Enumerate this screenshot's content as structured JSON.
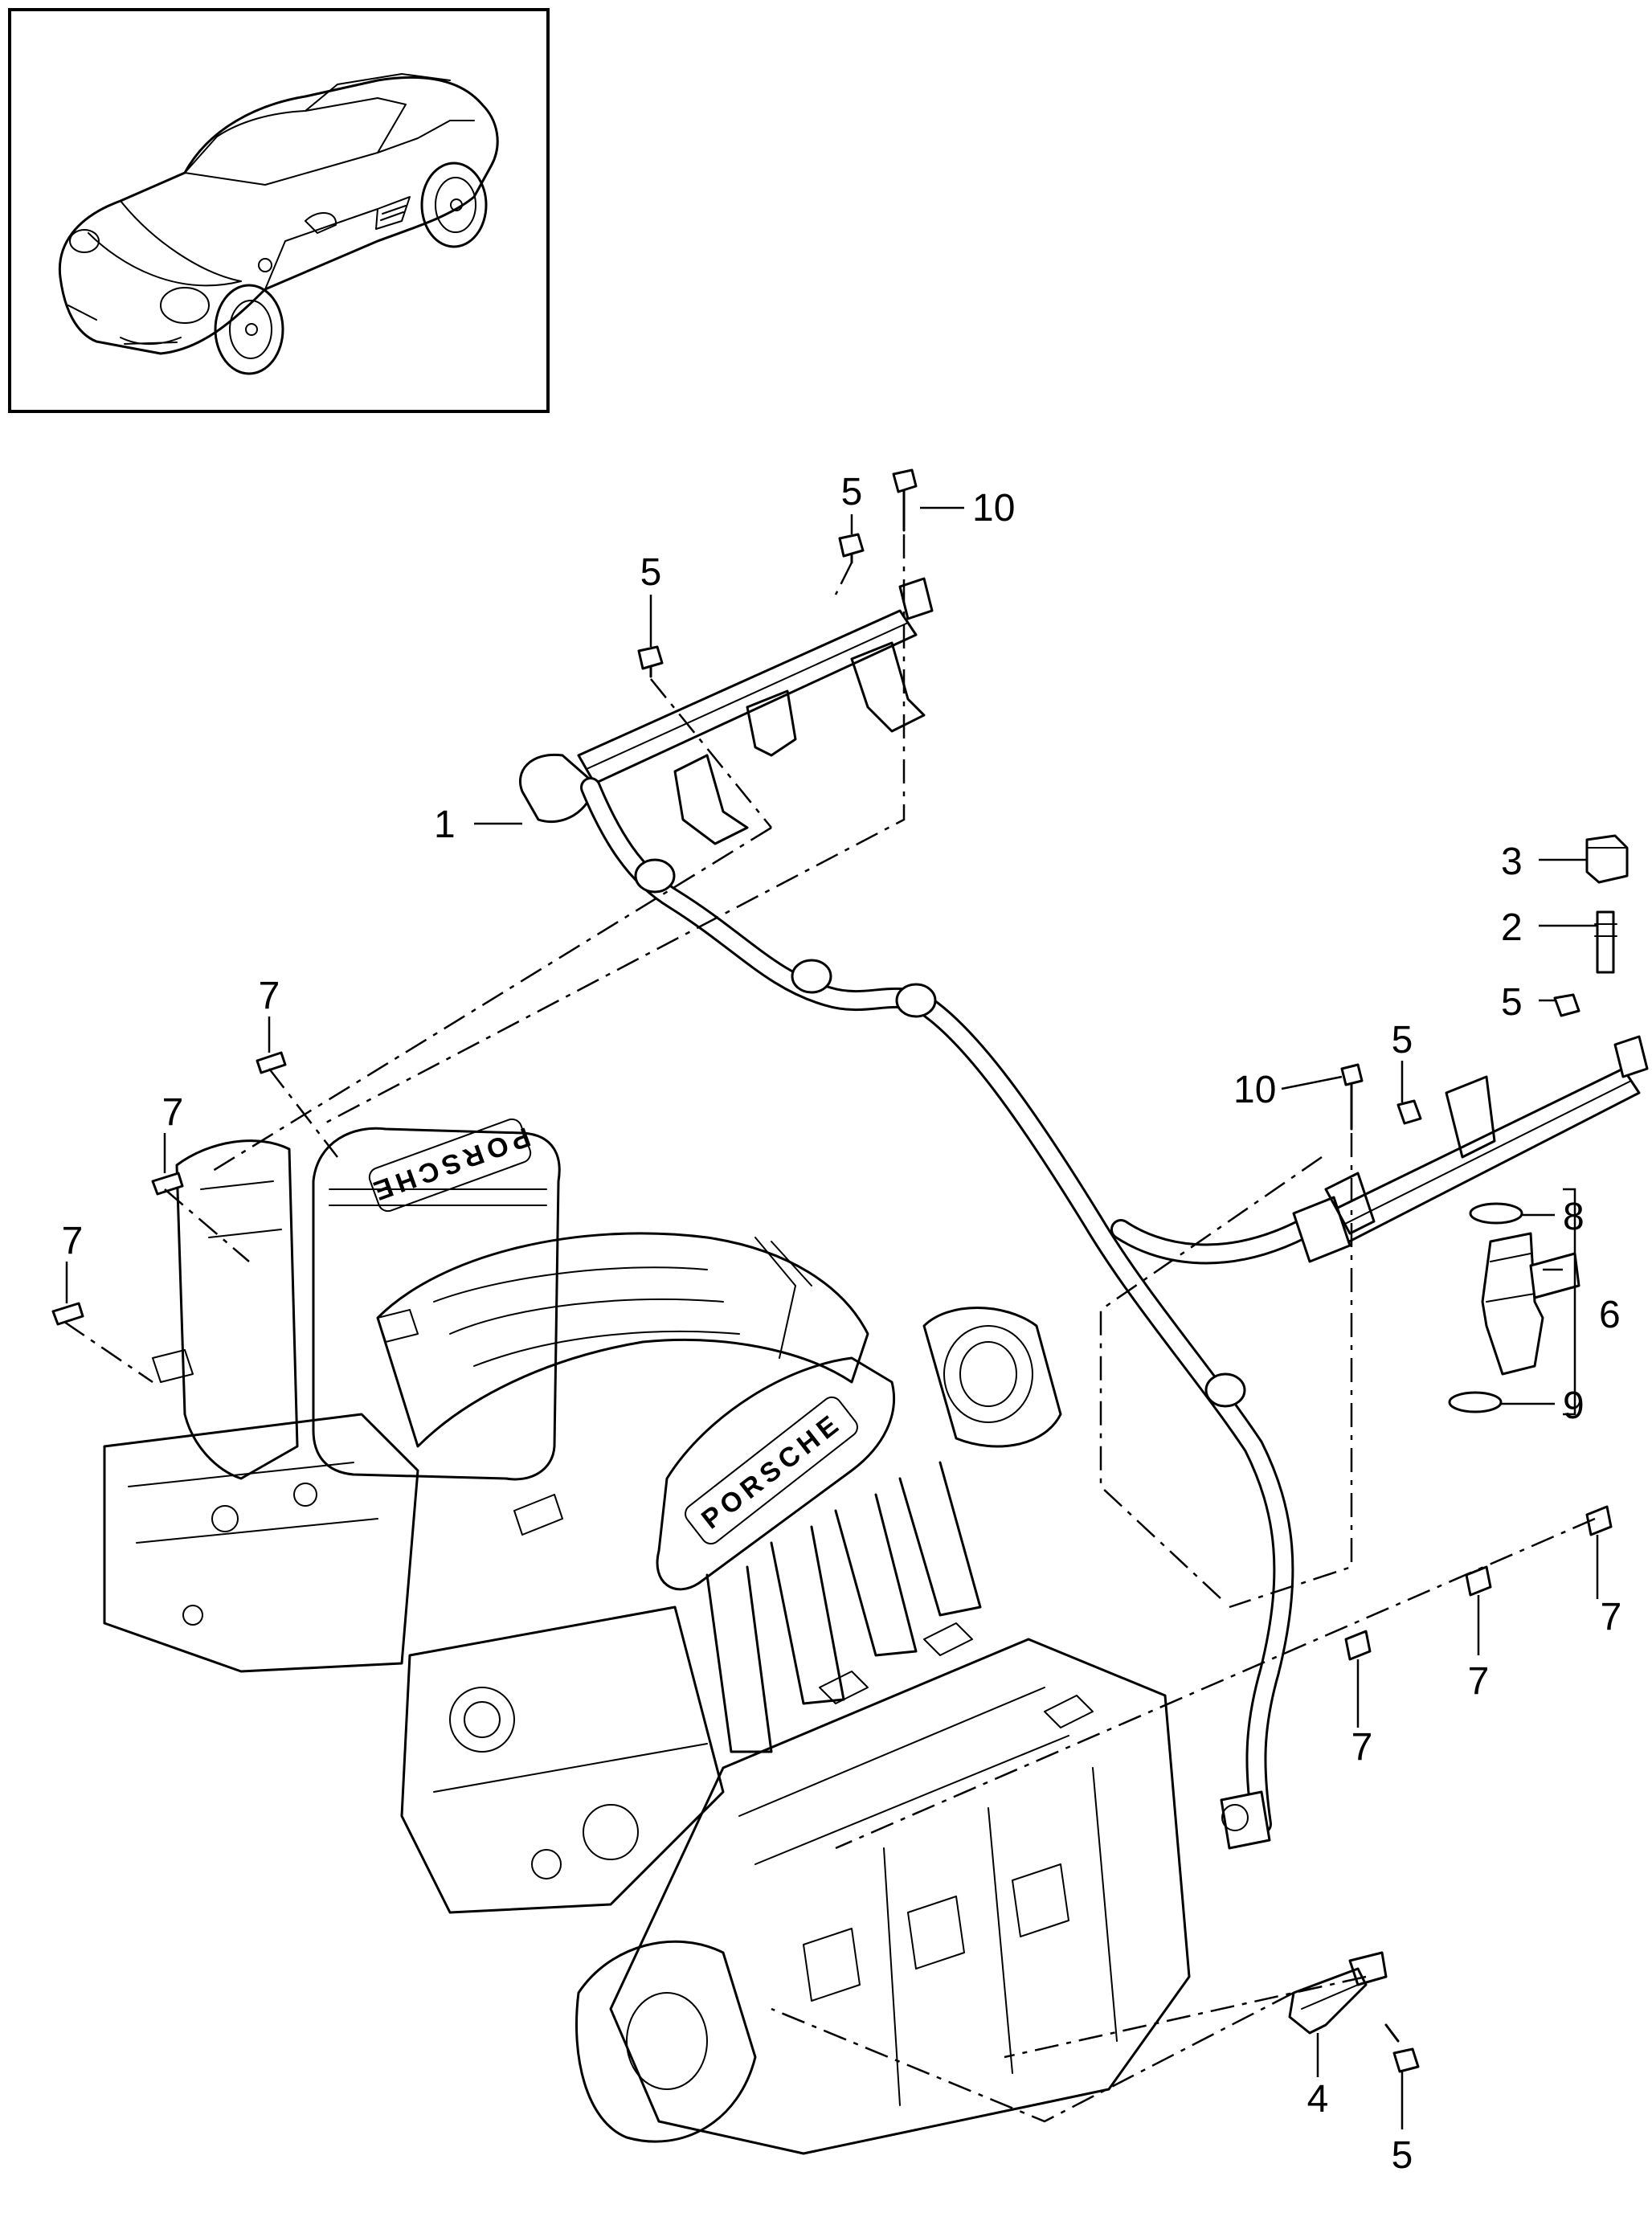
{
  "callouts": {
    "c1": "1",
    "c2": "2",
    "c3": "3",
    "c4": "4",
    "c5a": "5",
    "c5b": "5",
    "c5c": "5",
    "c5d": "5",
    "c5e": "5",
    "c6": "6",
    "c7a": "7",
    "c7b": "7",
    "c7c": "7",
    "c7d": "7",
    "c7e": "7",
    "c7f": "7",
    "c8": "8",
    "c9": "9",
    "c10a": "10",
    "c10b": "10"
  },
  "logos": {
    "intake_left": "PORSCHE",
    "intake_right": "PORSCHE"
  }
}
